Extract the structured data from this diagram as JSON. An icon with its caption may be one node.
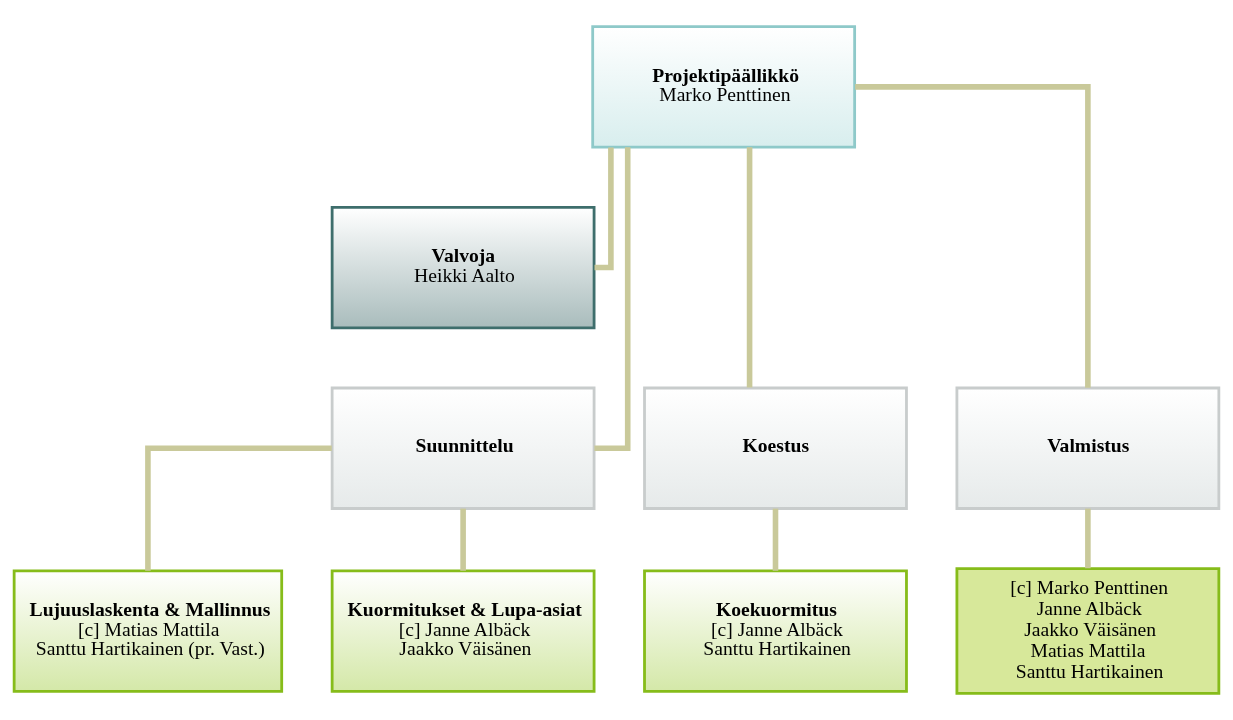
{
  "diagram": {
    "nodes": [
      {
        "text": [
          "Projektipäällikkö",
          "Marko Penttinen"
        ]
      },
      {
        "text": [
          "Valvoja",
          "Heikki Aalto"
        ]
      },
      {
        "text": [
          "Suunnittelu"
        ]
      },
      {
        "text": [
          "Koestus"
        ]
      },
      {
        "text": [
          "Valmistus"
        ]
      },
      {
        "text": [
          "Lujuuslaskenta & Mallinnus",
          "[c] Matias Mattila",
          "Santtu Hartikainen (pr. Vast.)"
        ]
      },
      {
        "text": [
          "Kuormitukset & Lupa-asiat",
          "[c] Janne Albäck",
          "Jaakko Väisänen"
        ]
      },
      {
        "text": [
          "Koekuormitus",
          "[c] Janne Albäck",
          "Santtu Hartikainen"
        ]
      },
      {
        "text": [
          "[c] Marko Penttinen",
          "Janne Albäck",
          "Jaakko Väisänen",
          "Matias Mattila",
          "Santtu Hartikainen"
        ]
      }
    ],
    "edges": [
      {
        "from": 0,
        "to": 1,
        "arrow": "none"
      },
      {
        "from": 0,
        "to": 2,
        "arrow": "none"
      },
      {
        "from": 0,
        "to": 3,
        "arrow": "none"
      },
      {
        "from": 0,
        "to": 4,
        "arrow": "none"
      },
      {
        "from": 2,
        "to": 5,
        "arrow": "none"
      },
      {
        "from": 2,
        "to": 6,
        "arrow": "none"
      },
      {
        "from": 3,
        "to": 7,
        "arrow": "none"
      },
      {
        "from": 4,
        "to": 8,
        "arrow": "none"
      }
    ]
  }
}
